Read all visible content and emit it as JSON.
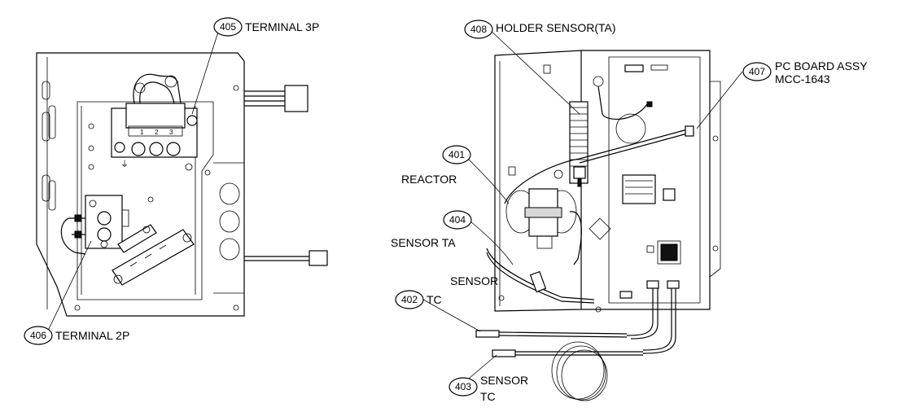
{
  "callouts": [
    {
      "id": "405",
      "text": "TERMINAL 3P"
    },
    {
      "id": "406",
      "text": "TERMINAL 2P"
    },
    {
      "id": "408",
      "text": "HOLDER SENSOR(TA)"
    },
    {
      "id": "407",
      "text": "PC BOARD ASSY",
      "text2": "MCC-1643"
    },
    {
      "id": "401",
      "text": "REACTOR"
    },
    {
      "id": "404",
      "text": "SENSOR TA"
    },
    {
      "id": "402",
      "text": "SENSOR",
      "text2": "TC"
    },
    {
      "id": "403",
      "text": "SENSOR",
      "text2": "TC"
    }
  ],
  "terminal_3p_positions": [
    "1",
    "2",
    "3"
  ]
}
